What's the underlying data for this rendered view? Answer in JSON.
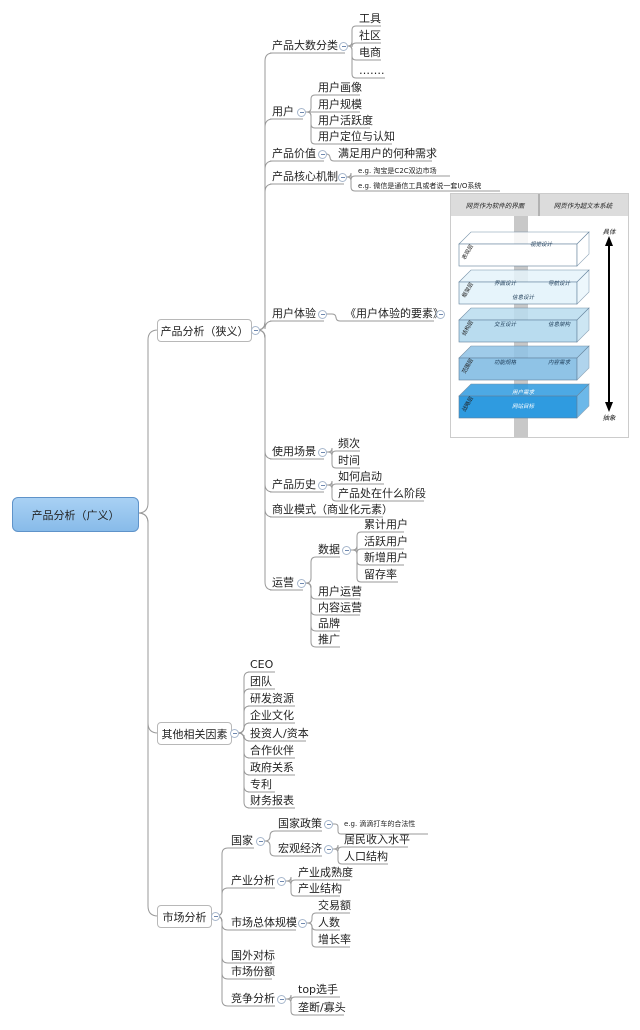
{
  "root": {
    "label": "产品分析（广义）"
  },
  "branches": {
    "narrow": {
      "label": "产品分析（狭义）",
      "categories": {
        "label": "产品大数分类",
        "items": [
          "工具",
          "社区",
          "电商",
          "……."
        ]
      },
      "users": {
        "label": "用户",
        "items": [
          "用户画像",
          "用户规模",
          "用户活跃度",
          "用户定位与认知"
        ]
      },
      "value": {
        "label": "产品价值",
        "detail": "满足用户的何种需求"
      },
      "mechanism": {
        "label": "产品核心机制",
        "examples": [
          "e.g. 淘宝是C2C双边市场",
          "e.g. 微信是通信工具或者说一套I/O系统"
        ]
      },
      "ux": {
        "label": "用户体验",
        "book": "《用户体验的要素》",
        "figure": {
          "header_left": "网页作为软件的界面",
          "header_right": "网页作为超文本系统",
          "layers": [
            "表现层",
            "框架层",
            "结构层",
            "范围层",
            "战略层"
          ],
          "cells": [
            "视觉设计",
            "界面设计",
            "导航设计",
            "信息设计",
            "交互设计",
            "信息架构",
            "功能规格",
            "内容需求",
            "用户需求",
            "网站目标"
          ],
          "top_label": "具体",
          "bottom_label": "抽象"
        }
      },
      "scenarios": {
        "label": "使用场景",
        "items": [
          "频次",
          "时间"
        ]
      },
      "history": {
        "label": "产品历史",
        "items": [
          "如何启动",
          "产品处在什么阶段"
        ]
      },
      "business": {
        "label": "商业模式（商业化元素）"
      },
      "operations": {
        "label": "运营",
        "data": {
          "label": "数据",
          "items": [
            "累计用户",
            "活跃用户",
            "新增用户",
            "留存率"
          ]
        },
        "items": [
          "用户运营",
          "内容运营",
          "品牌",
          "推广"
        ]
      }
    },
    "other": {
      "label": "其他相关因素",
      "items": [
        "CEO",
        "团队",
        "研发资源",
        "企业文化",
        "投资人/资本",
        "合作伙伴",
        "政府关系",
        "专利",
        "财务报表"
      ]
    },
    "market": {
      "label": "市场分析",
      "country": {
        "label": "国家",
        "policy": {
          "label": "国家政策",
          "example": "e.g. 滴滴打车的合法性"
        },
        "macro": {
          "label": "宏观经济",
          "items": [
            "居民收入水平",
            "人口结构"
          ]
        }
      },
      "industry": {
        "label": "产业分析",
        "items": [
          "产业成熟度",
          "产业结构"
        ]
      },
      "size": {
        "label": "市场总体规模",
        "items": [
          "交易额",
          "人数",
          "增长率"
        ]
      },
      "benchmark": {
        "label": "国外对标"
      },
      "share": {
        "label": "市场份额"
      },
      "competition": {
        "label": "竞争分析",
        "items": [
          "top选手",
          "垄断/寡头"
        ]
      }
    }
  },
  "colors": {
    "line": "#9a9a9a",
    "root_fill": "#9fcaf1",
    "toggle": "#a7b7cc"
  }
}
